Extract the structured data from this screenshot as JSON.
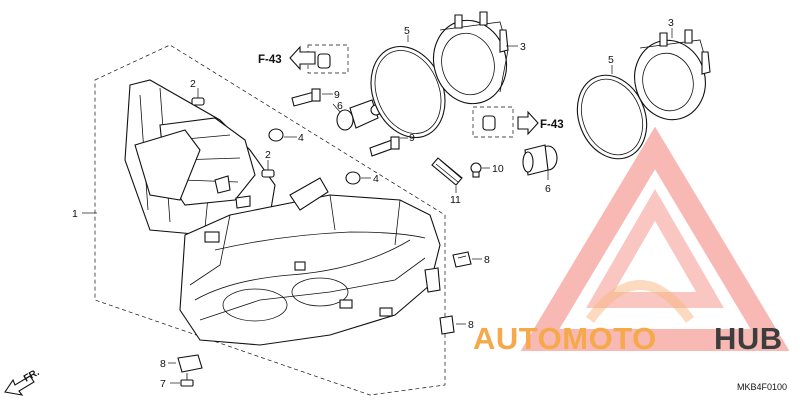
{
  "labels": {
    "p1": "1",
    "p2a": "2",
    "p2b": "2",
    "p3a": "3",
    "p3b": "3",
    "p4a": "4",
    "p4b": "4",
    "p5a": "5",
    "p5b": "5",
    "p6a": "6",
    "p6b": "6",
    "p7": "7",
    "p8a": "8",
    "p8b": "8",
    "p8c": "8",
    "p9a": "9",
    "p9b": "9",
    "p10": "10",
    "p11": "11"
  },
  "references": {
    "left": "F-43",
    "right": "F-43"
  },
  "direction_label": "FR.",
  "diagram_code": "MKB4F0100",
  "watermark": {
    "text_part1": "AUTOMOTO",
    "text_part2": "HUB",
    "color_primary": "#f06a5e",
    "color_secondary": "#3d3d3d",
    "color_accent": "#f7a96a",
    "color_text1": "#f5a94a"
  },
  "colors": {
    "line": "#111111",
    "background": "#ffffff"
  }
}
